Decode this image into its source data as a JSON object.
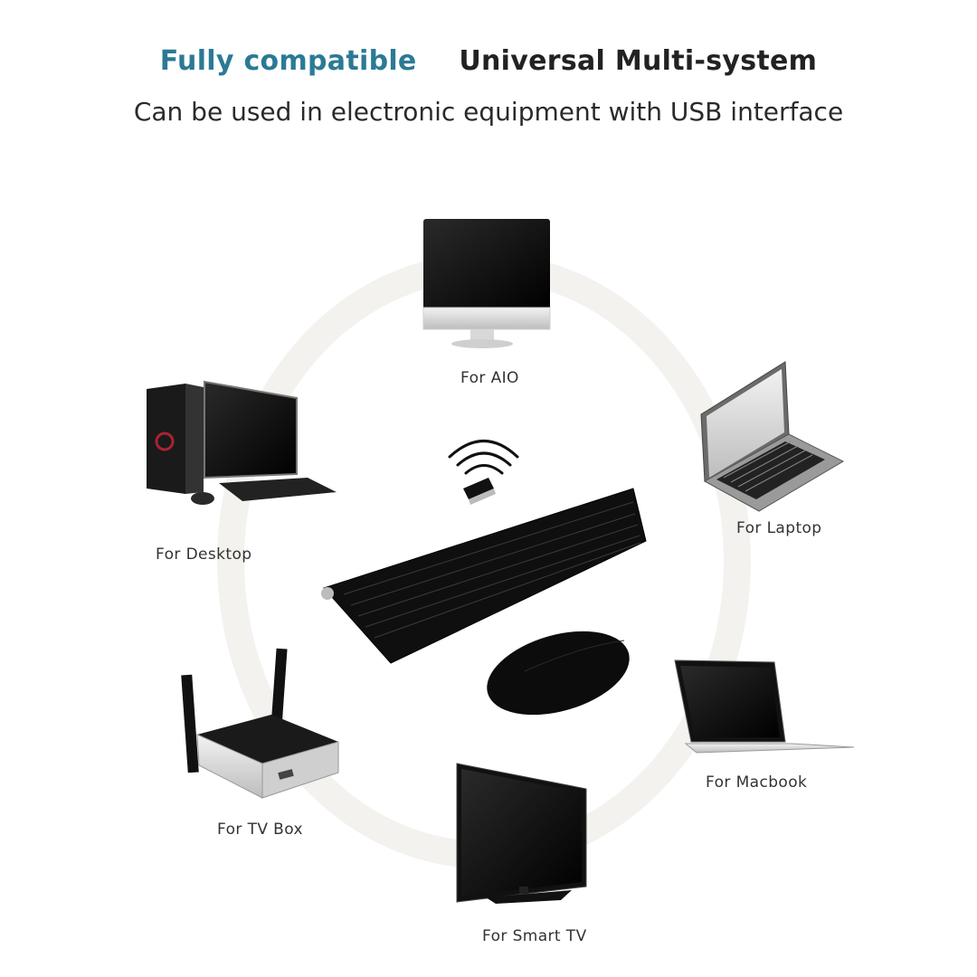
{
  "header": {
    "accent_title": "Fully compatible",
    "main_title": "Universal Multi-system",
    "subtitle": "Can be used in electronic equipment with USB interface"
  },
  "devices": [
    {
      "label": "For AIO",
      "icon": "all-in-one-pc-icon"
    },
    {
      "label": "For Laptop",
      "icon": "laptop-icon"
    },
    {
      "label": "For Macbook",
      "icon": "macbook-icon"
    },
    {
      "label": "For Smart TV",
      "icon": "smart-tv-icon"
    },
    {
      "label": "For TV Box",
      "icon": "tv-box-icon"
    },
    {
      "label": "For Desktop",
      "icon": "desktop-pc-icon"
    }
  ],
  "center": {
    "products": [
      "wireless-signal-icon",
      "usb-receiver-icon",
      "keyboard-icon",
      "mouse-icon"
    ]
  },
  "colors": {
    "accent": "#2b7a95",
    "text": "#222222",
    "ring": "#f3f2ee",
    "device": "#111111"
  }
}
